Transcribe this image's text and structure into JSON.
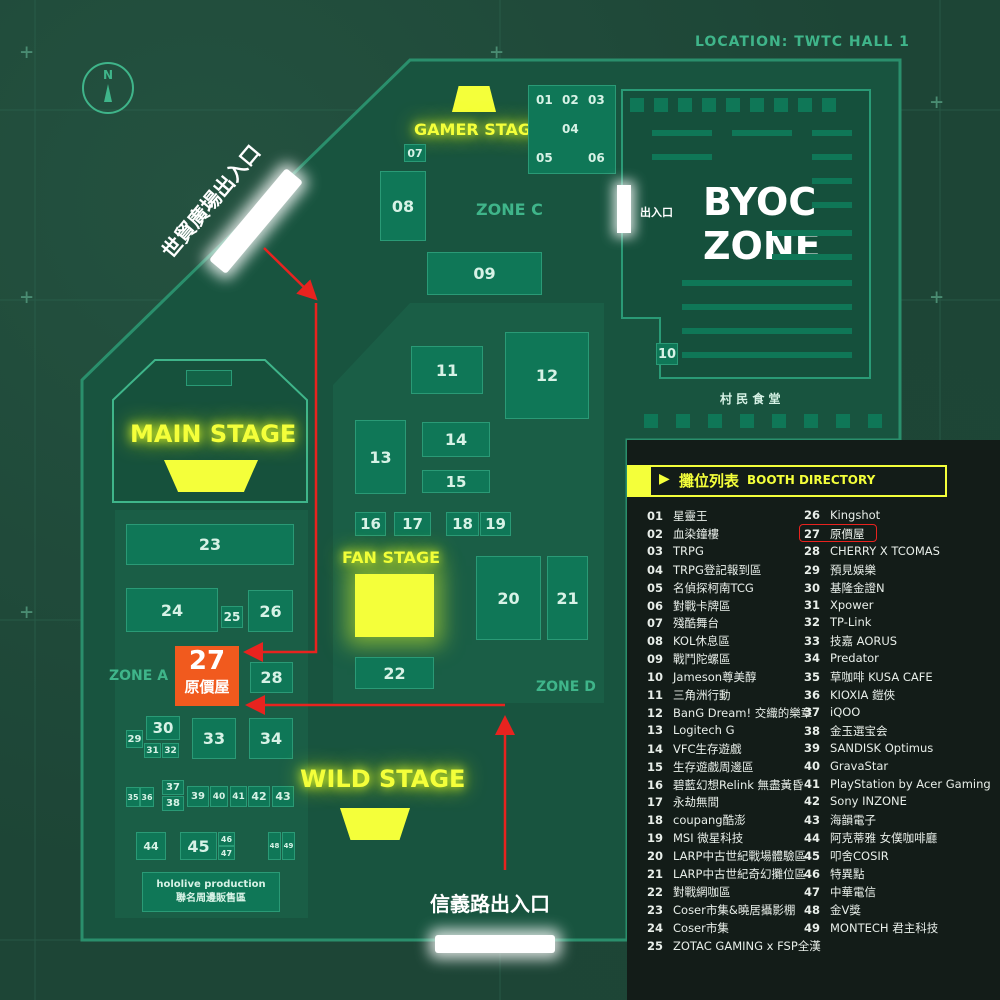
{
  "header": {
    "location": "LOCATION: TWTC HALL 1",
    "compass": "N"
  },
  "labels": {
    "gamer_stage": "GAMER STAGE",
    "main_stage": "MAIN STAGE",
    "fan_stage": "FAN STAGE",
    "wild_stage": "WILD STAGE",
    "zone_a": "ZONE A",
    "zone_c": "ZONE C",
    "zone_d": "ZONE D",
    "byoc_line1": "BYOC",
    "byoc_line2": "ZONE",
    "byoc_entrance": "出入口",
    "canteen": "村 民 食 堂",
    "entrance_world": "世貿廣場出入口",
    "entrance_xinyi": "信義路出入口",
    "hololive_line1": "hololive production",
    "hololive_line2": "聯名周邊販售區",
    "highlight_num": "27",
    "highlight_name": "原價屋"
  },
  "booths": {
    "b01": "01",
    "b02": "02",
    "b03": "03",
    "b04": "04",
    "b05": "05",
    "b06": "06",
    "b07": "07",
    "b08": "08",
    "b09": "09",
    "b10": "10",
    "b11": "11",
    "b12": "12",
    "b13": "13",
    "b14": "14",
    "b15": "15",
    "b16": "16",
    "b17": "17",
    "b18": "18",
    "b19": "19",
    "b20": "20",
    "b21": "21",
    "b22": "22",
    "b23": "23",
    "b24": "24",
    "b25": "25",
    "b26": "26",
    "b28": "28",
    "b29": "29",
    "b30": "30",
    "b31": "31",
    "b32": "32",
    "b33": "33",
    "b34": "34",
    "b35": "35",
    "b36": "36",
    "b37": "37",
    "b38": "38",
    "b39": "39",
    "b40": "40",
    "b41": "41",
    "b42": "42",
    "b43": "43",
    "b44": "44",
    "b45": "45",
    "b46": "46",
    "b47": "47",
    "b48": "48",
    "b49": "49"
  },
  "directory": {
    "title_zh": "攤位列表",
    "title_en": "BOOTH DIRECTORY",
    "left": [
      {
        "num": "01",
        "name": "星靈王"
      },
      {
        "num": "02",
        "name": "血染鐘樓"
      },
      {
        "num": "03",
        "name": "TRPG"
      },
      {
        "num": "04",
        "name": "TRPG登記報到區"
      },
      {
        "num": "05",
        "name": "名偵探柯南TCG"
      },
      {
        "num": "06",
        "name": "對戰卡牌區"
      },
      {
        "num": "07",
        "name": "殘酷舞台"
      },
      {
        "num": "08",
        "name": "KOL休息區"
      },
      {
        "num": "09",
        "name": "戰鬥陀螺區"
      },
      {
        "num": "10",
        "name": "Jameson尊美醇"
      },
      {
        "num": "11",
        "name": "三角洲行動"
      },
      {
        "num": "12",
        "name": "BanG Dream! 交織的樂章"
      },
      {
        "num": "13",
        "name": "Logitech G"
      },
      {
        "num": "14",
        "name": "VFC生存遊戲"
      },
      {
        "num": "15",
        "name": "生存遊戲周邊區"
      },
      {
        "num": "16",
        "name": "碧藍幻想Relink 無盡黃昏"
      },
      {
        "num": "17",
        "name": "永劫無間"
      },
      {
        "num": "18",
        "name": "coupang酷澎"
      },
      {
        "num": "19",
        "name": "MSI 微星科技"
      },
      {
        "num": "20",
        "name": "LARP中古世紀戰場體驗區"
      },
      {
        "num": "21",
        "name": "LARP中古世紀奇幻攤位區"
      },
      {
        "num": "22",
        "name": "對戰網咖區"
      },
      {
        "num": "23",
        "name": "Coser市集&曉居攝影棚"
      },
      {
        "num": "24",
        "name": "Coser市集"
      },
      {
        "num": "25",
        "name": "ZOTAC GAMING x FSP全漢"
      }
    ],
    "right": [
      {
        "num": "26",
        "name": "Kingshot"
      },
      {
        "num": "27",
        "name": "原價屋"
      },
      {
        "num": "28",
        "name": "CHERRY X TCOMAS"
      },
      {
        "num": "29",
        "name": "預見娛樂"
      },
      {
        "num": "30",
        "name": "基隆金證N"
      },
      {
        "num": "31",
        "name": "Xpower"
      },
      {
        "num": "32",
        "name": "TP-Link"
      },
      {
        "num": "33",
        "name": "技嘉 AORUS"
      },
      {
        "num": "34",
        "name": "Predator"
      },
      {
        "num": "35",
        "name": "草咖啡 KUSA CAFE"
      },
      {
        "num": "36",
        "name": "KIOXIA 鎧俠"
      },
      {
        "num": "37",
        "name": "iQOO"
      },
      {
        "num": "38",
        "name": "金玉選宝会"
      },
      {
        "num": "39",
        "name": "SANDISK Optimus"
      },
      {
        "num": "40",
        "name": "GravaStar"
      },
      {
        "num": "41",
        "name": "PlayStation by Acer Gaming"
      },
      {
        "num": "42",
        "name": "Sony INZONE"
      },
      {
        "num": "43",
        "name": "海韻電子"
      },
      {
        "num": "44",
        "name": "阿克蒂雅 女僕咖啡廳"
      },
      {
        "num": "45",
        "name": "叩舍COSIR"
      },
      {
        "num": "46",
        "name": "特異點"
      },
      {
        "num": "47",
        "name": "中華電信"
      },
      {
        "num": "48",
        "name": "金V獎"
      },
      {
        "num": "49",
        "name": "MONTECH 君主科技"
      }
    ]
  },
  "colors": {
    "background": "#1d4536",
    "floor": "#18543f",
    "booth": "#0f7757",
    "stage_glow": "#f4ff3a",
    "highlight": "#f15a1e",
    "route": "#e8231f"
  }
}
